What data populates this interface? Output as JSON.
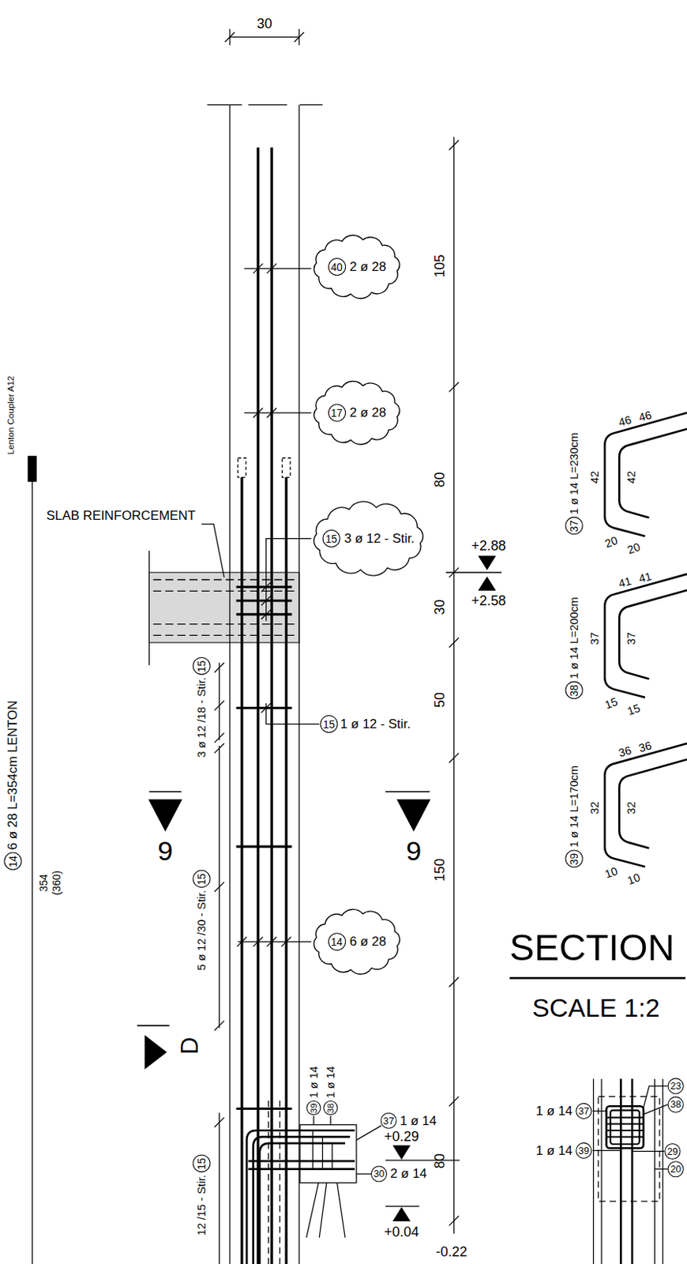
{
  "diagram": {
    "nodes": [
      {
        "text": [
          "2 ø 28"
        ]
      },
      {
        "text": [
          "40"
        ],
        "in": 0
      },
      {
        "text": [
          "2 ø 28"
        ]
      },
      {
        "text": [
          "17"
        ],
        "in": 2
      },
      {
        "text": [
          "3 ø 12 - Stir."
        ]
      },
      {
        "text": [
          "15"
        ],
        "in": 4
      },
      {
        "text": [
          "15"
        ]
      },
      {
        "text": [
          "6 ø 28"
        ]
      },
      {
        "text": [
          "14"
        ],
        "in": 7
      },
      {
        "text": [
          "14"
        ]
      },
      {
        "text": [
          "15"
        ]
      },
      {
        "text": [
          "15"
        ]
      },
      {
        "text": [
          "15"
        ]
      },
      {
        "text": [
          "39"
        ]
      },
      {
        "text": [
          "38"
        ]
      },
      {
        "text": [
          "37"
        ]
      },
      {
        "text": [
          "30"
        ]
      },
      {
        "text": [
          "37"
        ]
      },
      {
        "text": [
          "38"
        ]
      },
      {
        "text": [
          "39"
        ]
      },
      {
        "text": [
          "37"
        ]
      },
      {
        "text": [
          "39"
        ]
      },
      {
        "text": [
          "23"
        ]
      },
      {
        "text": [
          "38"
        ]
      },
      {
        "text": [
          "29"
        ]
      },
      {
        "text": [
          "20"
        ]
      }
    ],
    "labels": [
      "30",
      "105",
      "80",
      "30",
      "50",
      "150",
      "80",
      "+2.88",
      "+2.58",
      "+0.29",
      "+0.04",
      "-0.22",
      "SLAB REINFORCEMENT",
      "1 ø 12 - Stir.",
      "9",
      "9",
      "D",
      "3 ø 12 /18 - Stir.",
      "5 ø 12 /30 - Stir.",
      "12 /15 - Stir.",
      "6 ø 28 L=354cm LENTON",
      "354",
      "(360)",
      "Lenton Coupler A12",
      "1 ø 14",
      "1 ø 14",
      "1 ø 14",
      "2 ø 14",
      "1 ø 14 L=230cm",
      "1 ø 14 L=200cm",
      "1 ø 14 L=170cm",
      "46",
      "46",
      "42",
      "42",
      "20",
      "20",
      "41",
      "41",
      "37",
      "37",
      "15",
      "15",
      "36",
      "36",
      "32",
      "32",
      "10",
      "10",
      "SECTION",
      "SCALE 1:2",
      "1 ø 14",
      "1 ø 14"
    ]
  }
}
